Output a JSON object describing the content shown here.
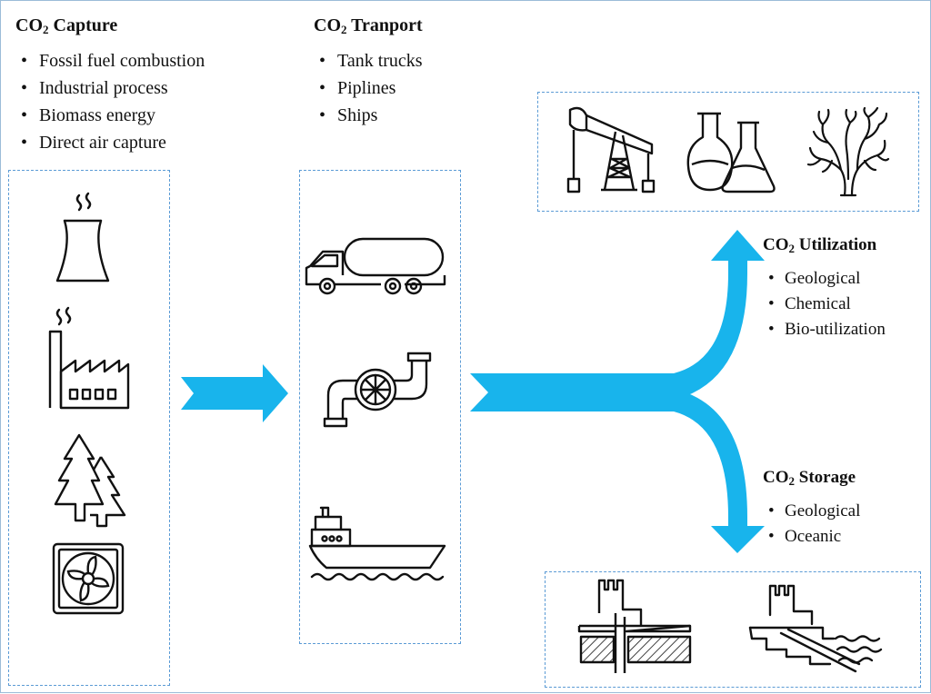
{
  "capture": {
    "title_pre": "CO",
    "title_sub": "2",
    "title_post": " Capture",
    "items": [
      "Fossil fuel combustion",
      "Industrial process",
      "Biomass energy",
      "Direct air capture"
    ]
  },
  "transport": {
    "title_pre": "CO",
    "title_sub": "2",
    "title_post": " Tranport",
    "items": [
      "Tank trucks",
      "Piplines",
      "Ships"
    ]
  },
  "utilization": {
    "title_pre": "CO",
    "title_sub": "2",
    "title_post": " Utilization",
    "items": [
      "Geological",
      "Chemical",
      "Bio-utilization"
    ]
  },
  "storage": {
    "title_pre": "CO",
    "title_sub": "2",
    "title_post": " Storage",
    "items": [
      "Geological",
      "Oceanic"
    ]
  },
  "icons": {
    "capture": [
      "cooling-tower-icon",
      "factory-icon",
      "pine-trees-icon",
      "fan-icon"
    ],
    "transport": [
      "tank-truck-icon",
      "pipeline-valve-icon",
      "ship-icon"
    ],
    "utilization": [
      "oil-pump-jack-icon",
      "chemistry-flasks-icon",
      "coral-icon"
    ],
    "storage": [
      "geological-storage-icon",
      "oceanic-storage-icon"
    ]
  },
  "colors": {
    "arrow": "#18b4ec",
    "dashed_border": "#5b9bd5",
    "frame": "#9bbcd8",
    "text": "#111111"
  }
}
